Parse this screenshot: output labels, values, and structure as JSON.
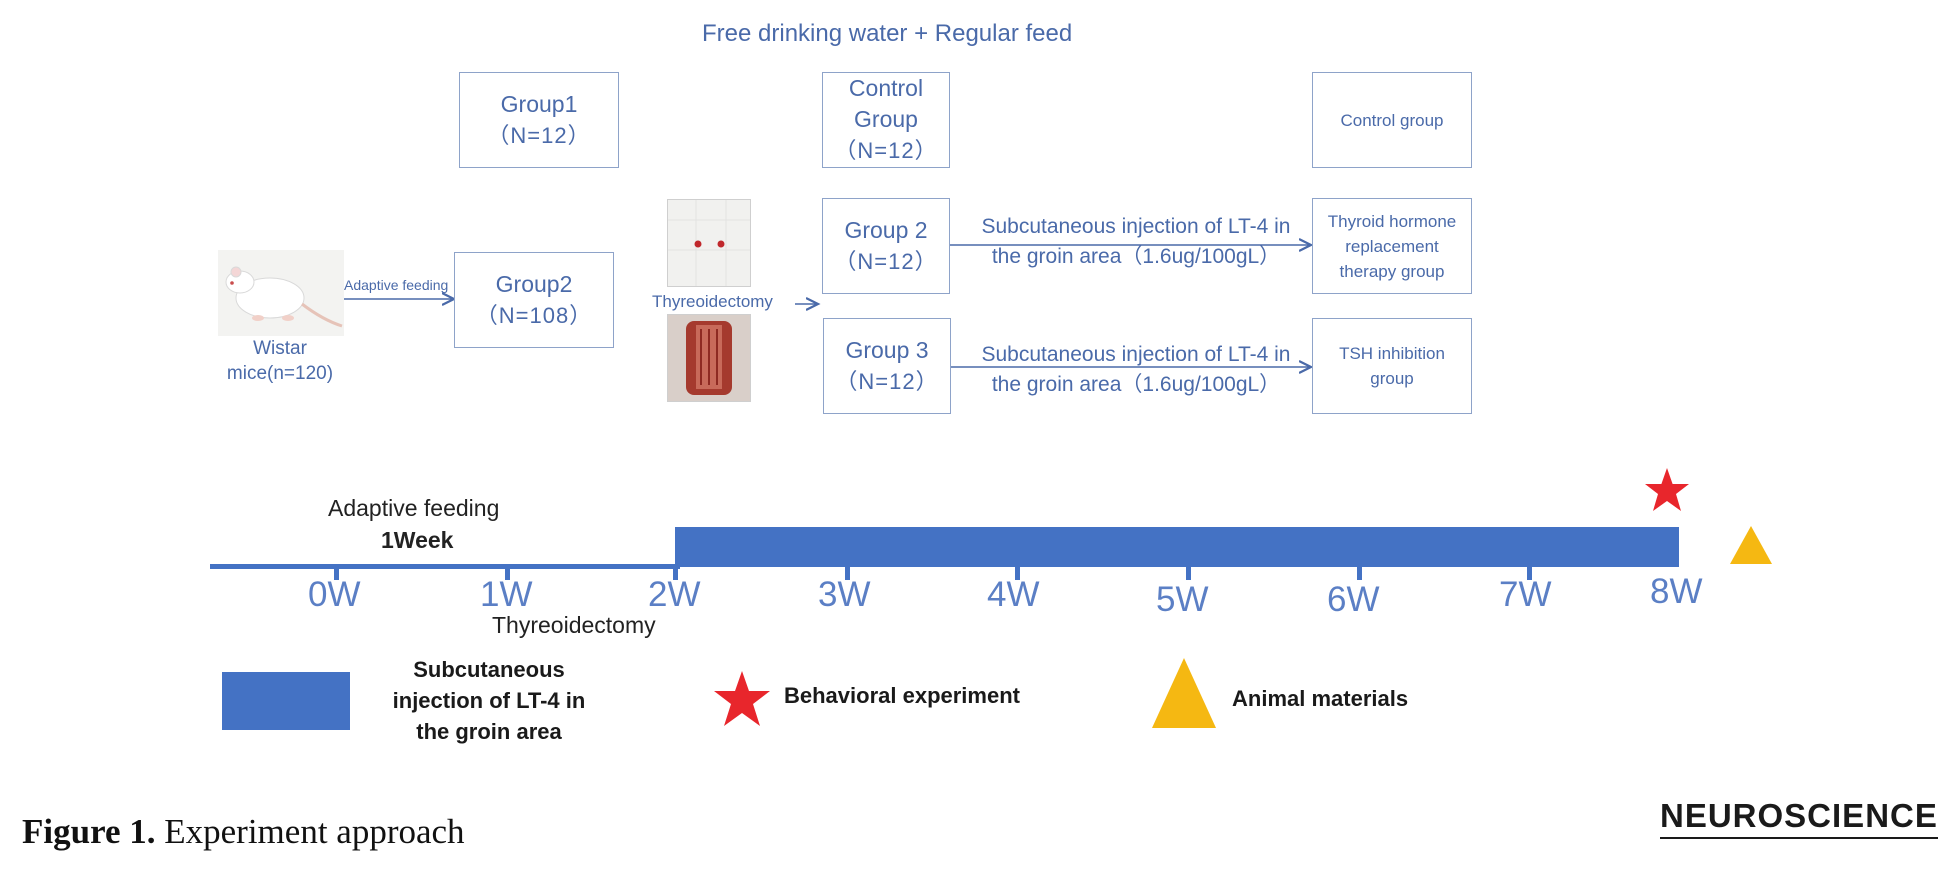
{
  "header": {
    "top_note": "Free drinking water + Regular feed"
  },
  "start": {
    "species_label": "Wistar mice(n=120)",
    "arrow_label": "Adaptive feeding"
  },
  "groups": {
    "group1": {
      "title": "Group1",
      "n": "（N=12）"
    },
    "group2": {
      "title": "Group2",
      "n": "（N=108）"
    },
    "control": {
      "title": "Control Group",
      "n": "（N=12）"
    },
    "g2": {
      "title": "Group 2",
      "n": "（N=12）"
    },
    "g3": {
      "title": "Group 3",
      "n": "（N=12）"
    }
  },
  "surgery_label": "Thyreoidectomy",
  "treatments": {
    "g2_line1": "Subcutaneous injection of LT-4 in",
    "g2_line2": "the groin area（1.6ug/100gL）",
    "g3_line1": "Subcutaneous injection of LT-4 in",
    "g3_line2": "the groin area（1.6ug/100gL）"
  },
  "outcomes": {
    "control": "Control group",
    "replacement": "Thyroid hormone replacement therapy group",
    "tsh": "TSH inhibition group"
  },
  "timeline": {
    "adaptive_label": "Adaptive feeding",
    "week_label": "1Week",
    "surgery_label": "Thyreoidectomy",
    "ticks": [
      "0W",
      "1W",
      "2W",
      "3W",
      "4W",
      "5W",
      "6W",
      "7W",
      "8W"
    ]
  },
  "legend": {
    "injection": "Subcutaneous injection of LT-4 in the groin area",
    "behavior": "Behavioral experiment",
    "materials": "Animal materials"
  },
  "caption": {
    "label": "Figure 1.",
    "text": " Experiment approach"
  },
  "logo": {
    "text": "NEUROSCIENCE"
  },
  "colors": {
    "accent_blue": "#4472c4",
    "star_red": "#e8262c",
    "triangle_yellow": "#f5b812",
    "text_blue": "#4a6aa9"
  }
}
